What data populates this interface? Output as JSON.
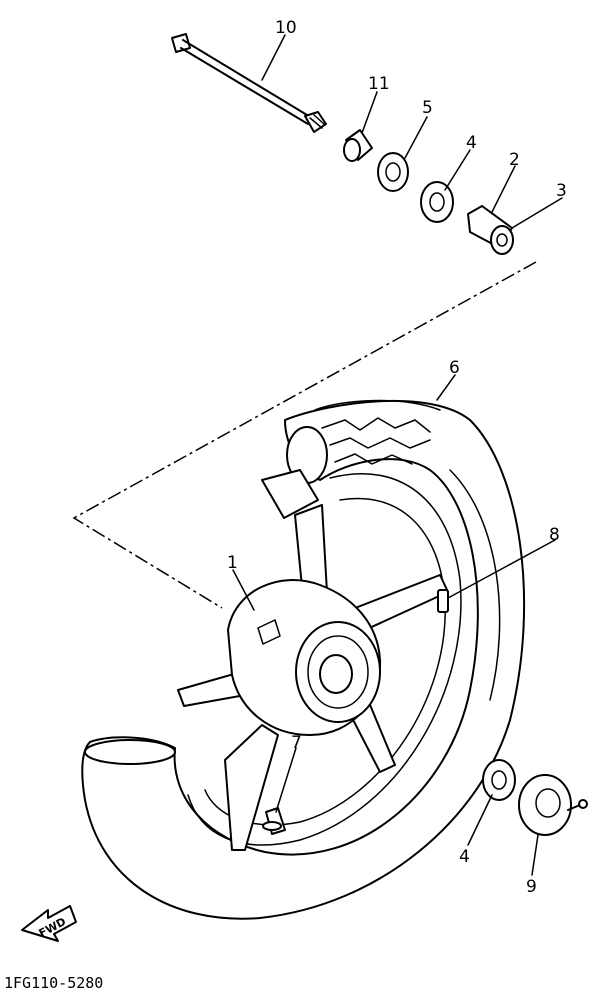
{
  "callouts": {
    "c1": "1",
    "c2": "2",
    "c3": "3",
    "c4a": "4",
    "c4b": "4",
    "c5": "5",
    "c6": "6",
    "c7": "7",
    "c8": "8",
    "c9": "9",
    "c10": "10",
    "c11": "11"
  },
  "direction_label": "FWD",
  "drawing_code": "1FG110-5280"
}
